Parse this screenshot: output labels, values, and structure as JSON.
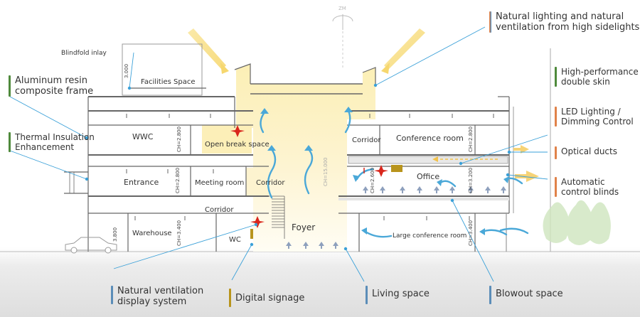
{
  "colors": {
    "green": "#4f8a3c",
    "orange": "#e0824a",
    "blue": "#5b8db8",
    "mustard": "#b8941c",
    "sun": "#f7dc7e",
    "leader": "#3aa0d8",
    "wall": "#666666",
    "air": "#4aa8d8"
  },
  "legends": {
    "natural_lighting": "Natural lighting and natural\nventilation from high sidelights",
    "aluminum_frame": "Aluminum resin\ncomposite frame",
    "thermal_insulation": "Thermal Insulation\nEnhancement",
    "double_skin": "High-performance\ndouble skin",
    "led_lighting": "LED Lighting /\nDimming Control",
    "optical_ducts": "Optical ducts",
    "control_blinds": "Automatic\ncontrol blinds",
    "ventilation_display": "Natural ventilation\ndisplay system",
    "digital_signage": "Digital signage",
    "living_space": "Living space",
    "blowout_space": "Blowout space"
  },
  "rooms": {
    "blindfold_inlay": "Blindfold inlay",
    "facilities_space": "Facilities Space",
    "wwc": "WWC",
    "open_break_space": "Open break space",
    "corridor_upper_right": "Corridor",
    "conference_room": "Conference room",
    "office": "Office",
    "entrance": "Entrance",
    "meeting_room": "Meeting room",
    "corridor_mid": "Corridor",
    "corridor_lower": "Corridor",
    "warehouse": "Warehouse",
    "wc": "WC",
    "foyer": "Foyer",
    "large_conference_room": "Large conference room"
  },
  "dims": {
    "facilities": "3.000",
    "wwc": "CH=2.800",
    "meeting": "CH=2.800",
    "warehouse": "CH=3.400",
    "parking": "3.800",
    "atrium": "CH=15.000",
    "conference": "CH=2.800",
    "office_left": "CH=2.600",
    "office_right": "CH=3.200",
    "large_conf": "CH=3.400"
  },
  "icons": {
    "north_arrow": "north-arrow-icon",
    "car": "car-icon",
    "trees": "tree-icon",
    "star": "light-star-icon"
  }
}
